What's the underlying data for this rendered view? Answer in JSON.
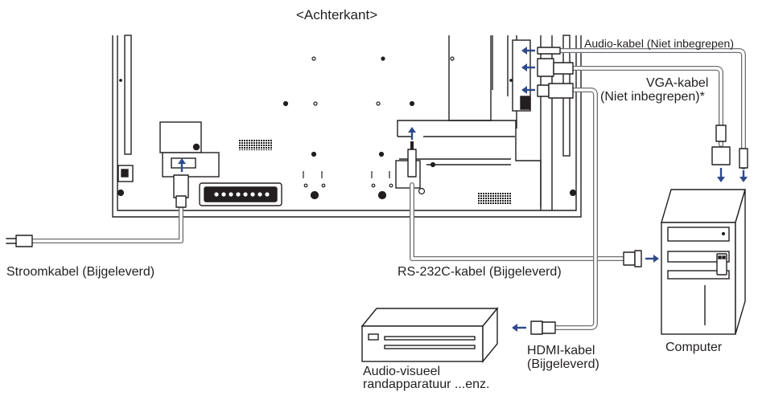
{
  "labels": {
    "rear_view": "<Achterkant>",
    "audio_cable": "Audio-kabel (Niet inbegrepen)",
    "vga_cable_line1": "VGA-kabel",
    "vga_cable_line2": "(Niet inbegrepen)*",
    "power_cable": "Stroomkabel (Bijgeleverd)",
    "rs232c_cable": "RS-232C-kabel (Bijgeleverd)",
    "computer": "Computer",
    "hdmi_cable_line1": "HDMI-kabel",
    "hdmi_cable_line2": "(Bijgeleverd)",
    "av_device_line1": "Audio-visueel",
    "av_device_line2": "randapparatuur ...enz."
  },
  "colors": {
    "line": "#231f20",
    "arrow": "#2e4a8c",
    "cable_gray": "#6d6e71",
    "cable_fill": "#ffffff"
  }
}
